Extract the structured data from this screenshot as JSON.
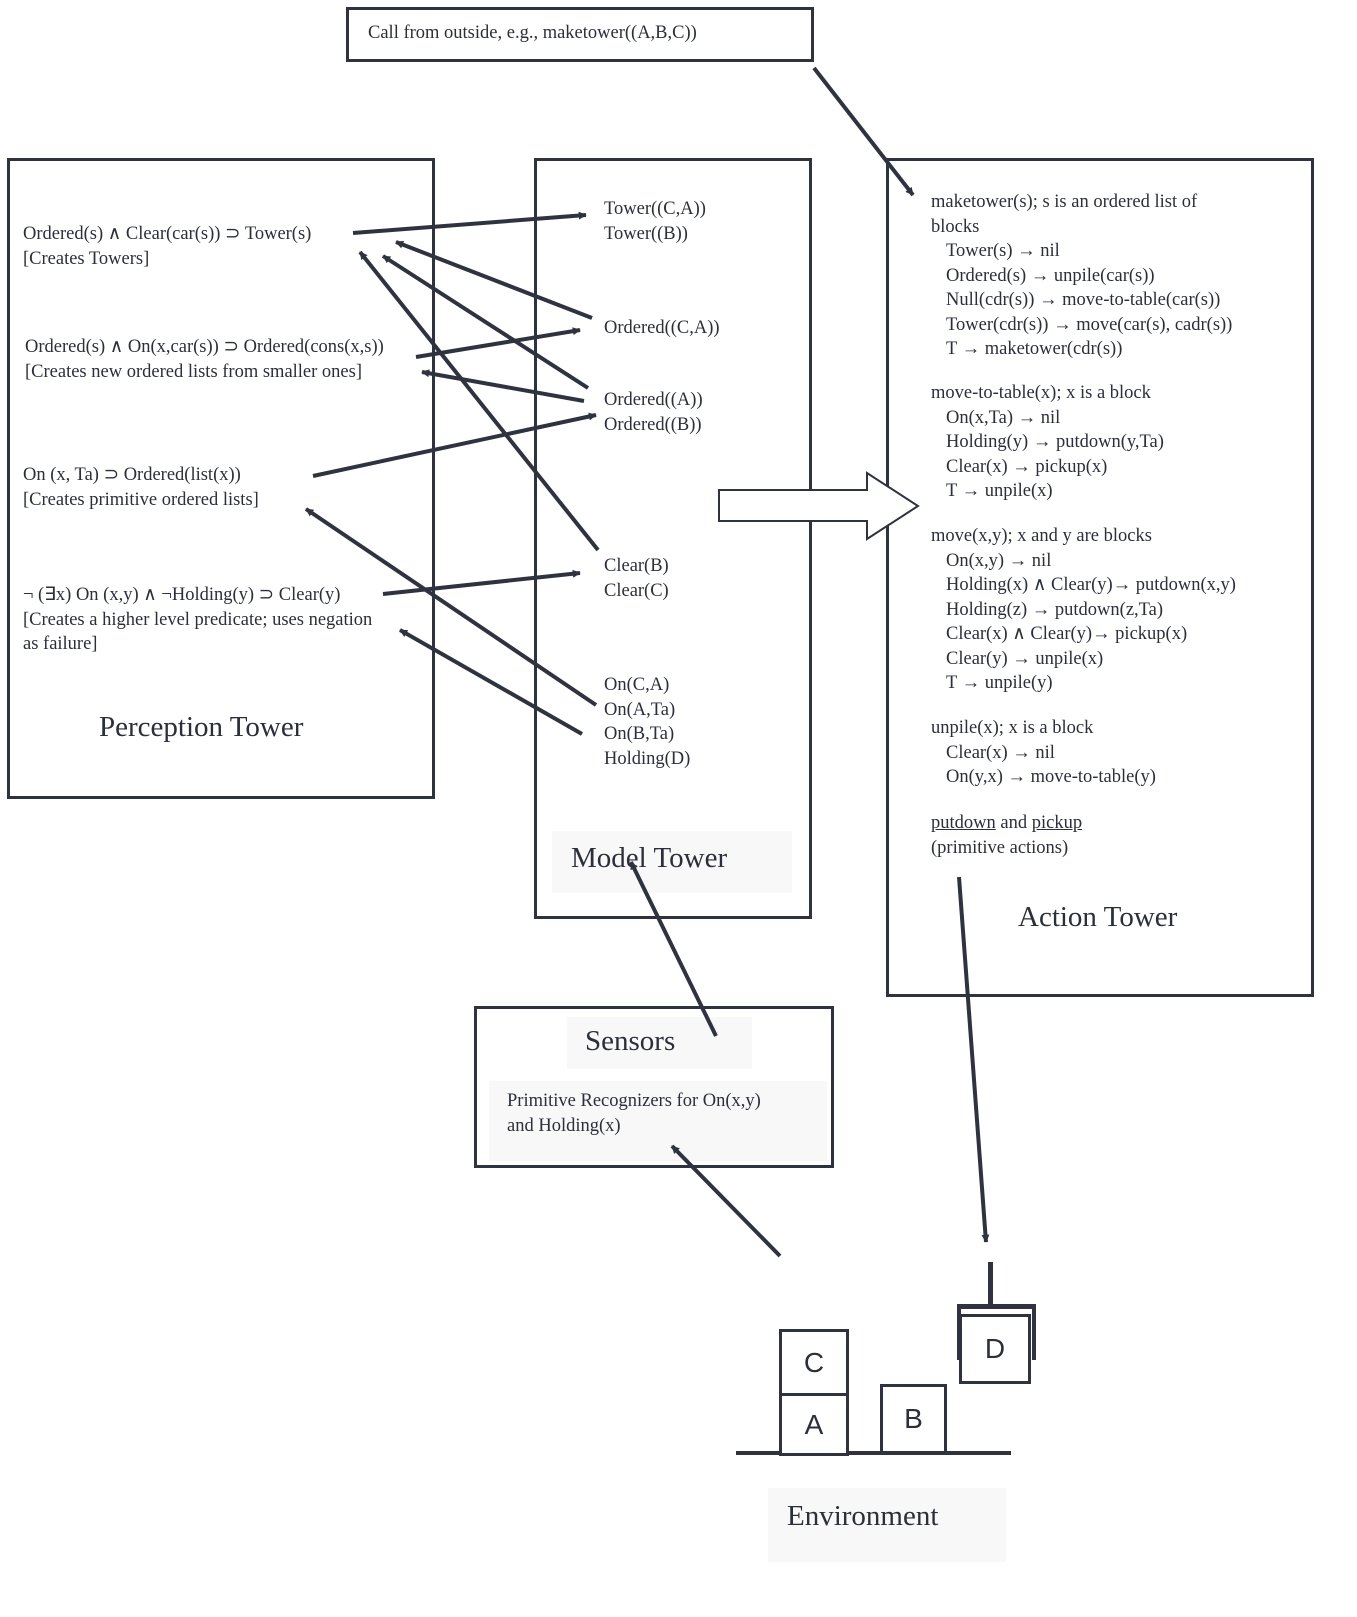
{
  "call_box": {
    "text": "Call from outside, e.g., maketower((A,B,C))"
  },
  "perception": {
    "title": "Perception Tower",
    "rule1": {
      "line1": "Ordered(s) ∧ Clear(car(s)) ⊃ Tower(s)",
      "line2": "[Creates Towers]"
    },
    "rule2": {
      "line1": "Ordered(s) ∧ On(x,car(s)) ⊃ Ordered(cons(x,s))",
      "line2": "[Creates new ordered lists from smaller ones]"
    },
    "rule3": {
      "line1": "On (x, Ta) ⊃ Ordered(list(x))",
      "line2": "[Creates primitive ordered lists]"
    },
    "rule4": {
      "line1": "¬ (∃x) On (x,y) ∧ ¬Holding(y) ⊃ Clear(y)",
      "line2": "[Creates a higher level predicate; uses negation",
      "line3": "as failure]"
    }
  },
  "model": {
    "title": "Model Tower",
    "tower": [
      "Tower((C,A))",
      "Tower((B))"
    ],
    "ordered_ca": "Ordered((C,A))",
    "ordered": [
      "Ordered((A))",
      "Ordered((B))"
    ],
    "clear": [
      "Clear(B)",
      "Clear(C)"
    ],
    "facts": [
      "On(C,A)",
      "On(A,Ta)",
      "On(B,Ta)",
      "Holding(D)"
    ]
  },
  "action": {
    "title": "Action Tower",
    "maketower": {
      "head1": "maketower(s); s is an ordered list of",
      "head2": "blocks",
      "rules": [
        "Tower(s) → nil",
        "Ordered(s) → unpile(car(s))",
        "Null(cdr(s)) → move-to-table(car(s))",
        "Tower(cdr(s)) → move(car(s), cadr(s))",
        "T → maketower(cdr(s))"
      ]
    },
    "move_to_table": {
      "head": "move-to-table(x); x is a block",
      "rules": [
        "On(x,Ta) → nil",
        "Holding(y) → putdown(y,Ta)",
        "Clear(x) → pickup(x)",
        "T → unpile(x)"
      ]
    },
    "move": {
      "head": "move(x,y); x and y are blocks",
      "rules": [
        "On(x,y) → nil",
        "Holding(x) ∧ Clear(y)→ putdown(x,y)",
        "Holding(z) → putdown(z,Ta)",
        "Clear(x) ∧ Clear(y)→ pickup(x)",
        "Clear(y) → unpile(x)",
        "T → unpile(y)"
      ]
    },
    "unpile": {
      "head": "unpile(x); x is a block",
      "rules": [
        "Clear(x) → nil",
        "On(y,x) → move-to-table(y)"
      ]
    },
    "primitives": {
      "putdown": "putdown",
      "and": "and",
      "pickup": "pickup",
      "note": "(primitive actions)"
    }
  },
  "sensors": {
    "title": "Sensors",
    "line1": "Primitive Recognizers for On(x,y)",
    "line2": "and Holding(x)"
  },
  "environment": {
    "title": "Environment",
    "blocks": [
      "C",
      "A",
      "B",
      "D"
    ]
  }
}
